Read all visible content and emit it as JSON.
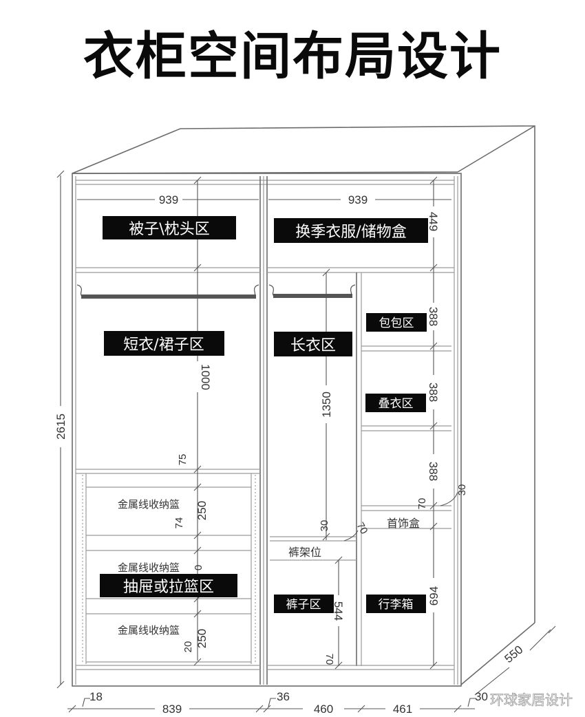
{
  "title": "衣柜空间布局设计",
  "zones": {
    "quilt_pillow": "被子\\枕头区",
    "seasonal_storage": "换季衣服/储物盒",
    "short_clothes": "短衣/裙子区",
    "long_clothes": "长衣区",
    "bags": "包包区",
    "folded_clothes": "叠衣区",
    "drawers": "抽屉或拉篮区",
    "pants": "裤子区",
    "luggage": "行李箱"
  },
  "small_labels": {
    "basket_1": "金属线收纳篮",
    "basket_2": "金属线收纳篮",
    "basket_3": "金属线收纳篮",
    "jewelry_box": "首饰盒",
    "pants_rack": "裤架位"
  },
  "dimensions": {
    "top_left_width": "939",
    "top_right_width": "939",
    "top_height": "449",
    "total_height": "2615",
    "short_hang_height": "1000",
    "long_hang_height": "1350",
    "bags_height": "388",
    "folded_height": "388",
    "shelf3_height": "388",
    "gap_75": "75",
    "basket_250_top": "250",
    "gap_74": "74",
    "basket_mid": "0",
    "basket_250_bottom": "250",
    "gap_20": "20",
    "rack_30": "30",
    "rack_70": "70",
    "jewelry_70": "70",
    "side_30": "30",
    "pants_544": "544",
    "luggage_694": "694",
    "base_70": "70",
    "depth": "550",
    "bottom_18": "18",
    "bottom_839": "839",
    "bottom_36": "36",
    "bottom_460": "460",
    "bottom_461": "461",
    "bottom_30": "30"
  },
  "watermark": "环球家居设计",
  "colors": {
    "line": "#6b6b6b",
    "label_bg": "#0a0a0a",
    "label_text": "#ffffff"
  }
}
